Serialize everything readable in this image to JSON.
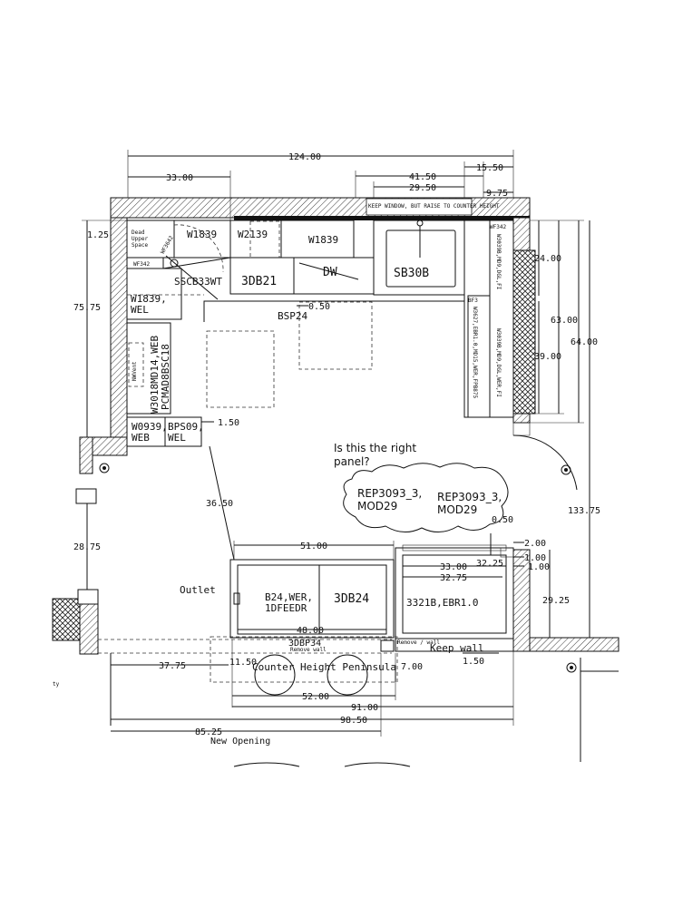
{
  "dimensions": {
    "overall_top": "124.00",
    "left_upper_span": "33.00",
    "right_window_span": "41.50",
    "right_sink_span": "29.50",
    "right_top": "15.50",
    "right_small": "9.75",
    "left_top_offset": "1.25",
    "left_wall_height": "75.75",
    "right_upper": "24.00",
    "right_mid": "63.00",
    "right_full": "64.00",
    "right_lower": "39.00",
    "half_inch": "0.50",
    "left_base_gap": "1.50",
    "diagonal": "36.50",
    "left_lower": "28.75",
    "right_total": "133.75",
    "peninsula_width": "51.00",
    "peninsula_inner": "48.00",
    "right_cab_33": "33.00",
    "right_cab_32_75": "32.75",
    "right_2_00": "2.00",
    "right_1_00a": "1.00",
    "right_1_00b": "1.00",
    "right_32_25": "32.25",
    "right_29_25": "29.25",
    "small_1_50": "1.50",
    "small_0_50": "0.50",
    "bottom_37_75": "37.75",
    "bottom_11_50": "11.50",
    "bottom_7_00": "7.00",
    "bottom_1_50": "1.50",
    "bottom_52": "52.00",
    "bottom_91": "91.00",
    "bottom_98_50": "98.50",
    "bottom_85_25": "85.25"
  },
  "cabinets": {
    "dead_space": [
      "Dead",
      "Upper",
      "Space"
    ],
    "wf342_left": "WF342",
    "wf_diag": "WF3642",
    "w1839_a": "W1839",
    "w2139": "W2139",
    "w1839_b": "W1839",
    "sscb33wt": "SSCB33WT",
    "db21": "3DB21",
    "dw": "DW",
    "sb30b": "SB30B",
    "w1839_wel": [
      "W1839,",
      "WEL"
    ],
    "bsp24": "BSP24",
    "nwvent": "NWVent",
    "w3018": "W3018MD14,WEB",
    "pcmad": "PCMAD8BSC18",
    "w0939": [
      "W0939,",
      "WEB"
    ],
    "bps09": [
      "BPS09,",
      "WEL"
    ],
    "wf342_right": "WF342",
    "bf3": "BF3",
    "w3039_top": "W3039B,MD9,DGL,FI",
    "w3039_bot": "W3039B,MD9,DGL,WER,FI",
    "w3627": "W3627,EBR1.0,MD15,WER,FPB875",
    "b24": [
      "B24,WER,",
      "1DFEEDR"
    ],
    "db24": "3DB24",
    "b3321": "3321B,EBR1.0",
    "dbp34": "3DBP34",
    "remove_wall": "Remove wall",
    "mini_label": "Remove / wall"
  },
  "annotations": {
    "window_note": "KEEP WINDOW, BUT RAISE TO COUNTER HEIGHT",
    "question": [
      "Is this the right",
      "panel?"
    ],
    "rep_a": [
      "REP3093_3,",
      "MOD29"
    ],
    "rep_b": [
      "REP3093_3,",
      "MOD29"
    ],
    "outlet": "Outlet",
    "keep_wall": "Keep wall",
    "counter_height": "Counter Height Peninsula",
    "new_opening": "New Opening",
    "edge_text": "ty"
  }
}
